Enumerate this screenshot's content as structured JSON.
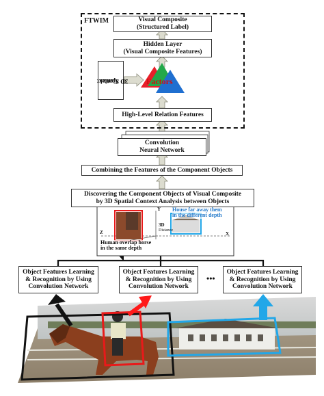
{
  "ftwim": {
    "label": "FTWIM",
    "output_line1": "Visual Composite",
    "output_line2": "(Structured Label)",
    "hidden_line1": "Hidden Layer",
    "hidden_line2": "(Visual Composite Features)",
    "context_line1": "3D Spatial",
    "context_line2": "Context",
    "factors": "Factors",
    "relation": "High-Level Relation Features"
  },
  "cnn": {
    "line1": "Convolution",
    "line2": "Neural Network"
  },
  "combine": "Combining the Features of the Component Objects",
  "discover": {
    "line1": "Discovering the Component Objects of Visual Composite",
    "line2": "by 3D Spatial Context Analysis between Objects"
  },
  "scene": {
    "house_note_line1": "House far away them",
    "house_note_line2": "in the different depth",
    "human_note_line1": "Human overlap horse",
    "human_note_line2": "in the same depth",
    "axis_z": "Z",
    "axis_y": "Y",
    "axis_x": "X",
    "tag_3d": "3D",
    "tag_distance": "Distance"
  },
  "learners": [
    {
      "line1": "Object Features Learning",
      "line2": "& Recognition by Using",
      "line3": "Convolution Network"
    },
    {
      "line1": "Object Features Learning",
      "line2": "& Recognition by Using",
      "line3": "Convolution Network"
    },
    {
      "line1": "Object Features Learning",
      "line2": "& Recognition by Using",
      "line3": "Convolution Network"
    }
  ],
  "ellipsis": "•••",
  "colors": {
    "black_arrow": "#111111",
    "red_arrow": "#ff1a1a",
    "blue_arrow": "#22a7e8",
    "tri_red": "#e8202a",
    "tri_green": "#23a84a",
    "tri_blue": "#1f6fd0",
    "block_arrow": "#dcdccf"
  }
}
